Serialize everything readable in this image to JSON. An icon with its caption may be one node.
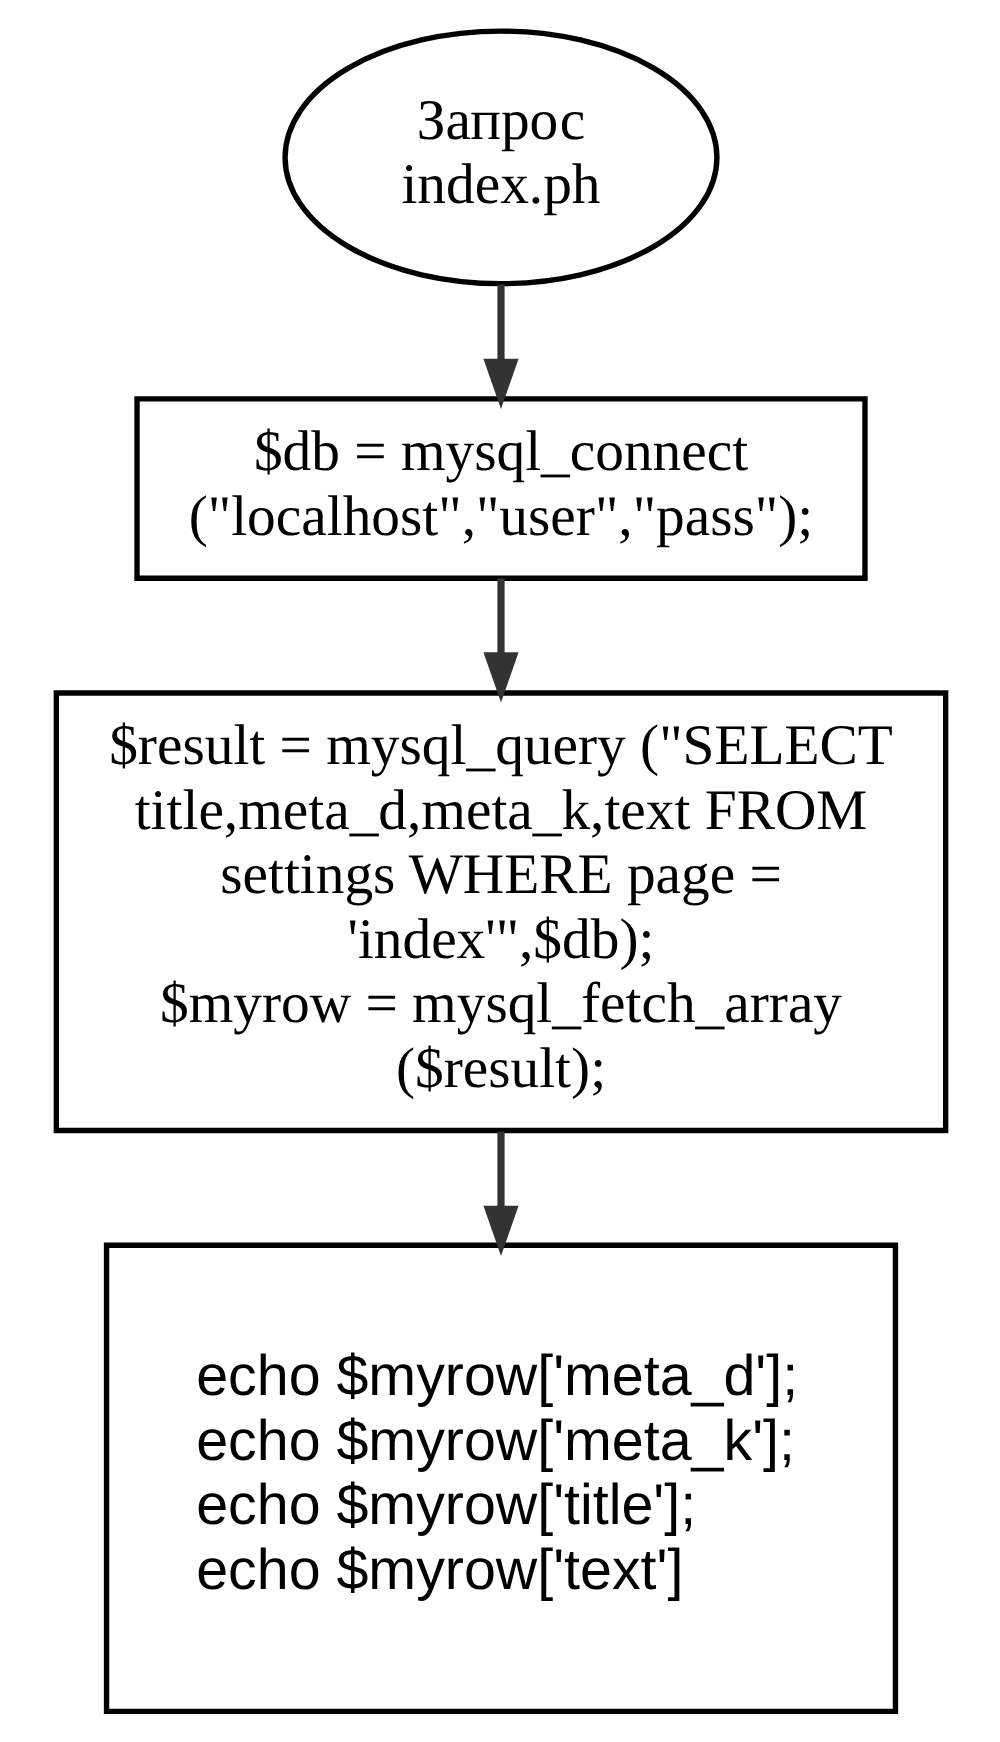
{
  "diagram": {
    "nodes": [
      {
        "text": [
          "Запрос index.ph"
        ]
      },
      {
        "text": [
          "$db = mysql_connect (\"localhost\",\"user\",\"pass\");"
        ]
      },
      {
        "text": [
          "$result = mysql_query (\"SELECT title,meta_d,meta_k,text FROM settings WHERE page = 'index'\",$db);",
          "$myrow = mysql_fetch_array ($result);"
        ]
      },
      {
        "text": [
          "echo $myrow['meta_d'];",
          "echo $myrow['meta_k'];",
          "echo $myrow['title'];",
          "echo $myrow['text']"
        ]
      }
    ],
    "edges": [
      {
        "from": 0,
        "to": 1,
        "arrow": "to"
      },
      {
        "from": 1,
        "to": 2,
        "arrow": "to"
      },
      {
        "from": 2,
        "to": 3,
        "arrow": "to"
      }
    ]
  }
}
